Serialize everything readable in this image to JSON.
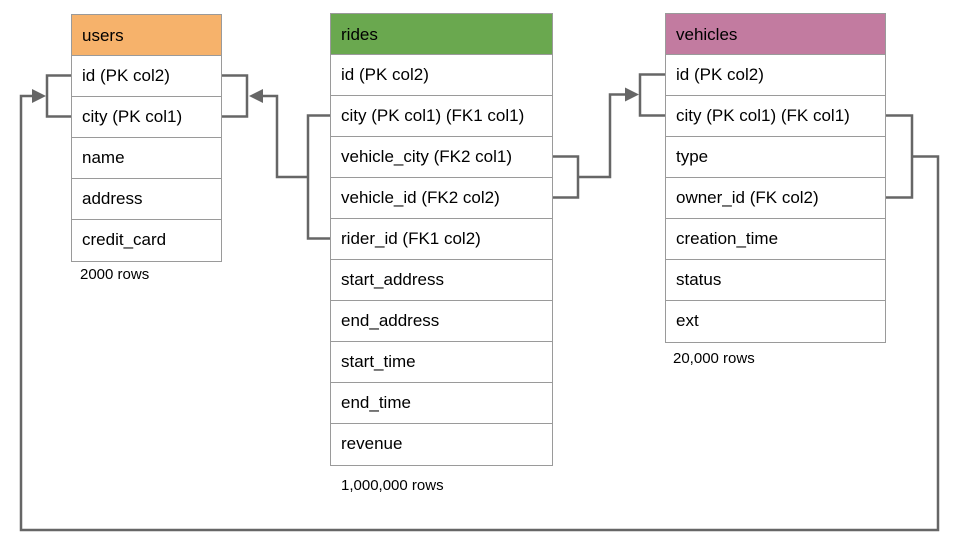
{
  "diagram": {
    "tables": {
      "users": {
        "title": "users",
        "header_color": "#f6b26b",
        "rows": [
          "id (PK col2)",
          "city (PK col1)",
          "name",
          "address",
          "credit_card"
        ],
        "caption": "2000 rows"
      },
      "rides": {
        "title": "rides",
        "header_color": "#6aa84f",
        "rows": [
          "id (PK col2)",
          "city (PK col1) (FK1 col1)",
          "vehicle_city (FK2 col1)",
          "vehicle_id (FK2 col2)",
          "rider_id (FK1 col2)",
          "start_address",
          "end_address",
          "start_time",
          "end_time",
          "revenue"
        ],
        "caption": "1,000,000 rows"
      },
      "vehicles": {
        "title": "vehicles",
        "header_color": "#c27ba0",
        "rows": [
          "id (PK col2)",
          "city (PK col1) (FK col1)",
          "type",
          "owner_id (FK col2)",
          "creation_time",
          "status",
          "ext"
        ],
        "caption": "20,000 rows"
      }
    },
    "relationships": [
      {
        "name": "rides-to-users",
        "from": "rides (city, rider_id) FK1",
        "to": "users (city, id)"
      },
      {
        "name": "rides-to-vehicles",
        "from": "rides (vehicle_city, vehicle_id) FK2",
        "to": "vehicles (city, id)"
      },
      {
        "name": "vehicles-to-users",
        "from": "vehicles (city, owner_id) FK",
        "to": "users (city, id)"
      }
    ],
    "colors": {
      "connector": "#666666",
      "table_border": "#9a9a9a"
    }
  }
}
